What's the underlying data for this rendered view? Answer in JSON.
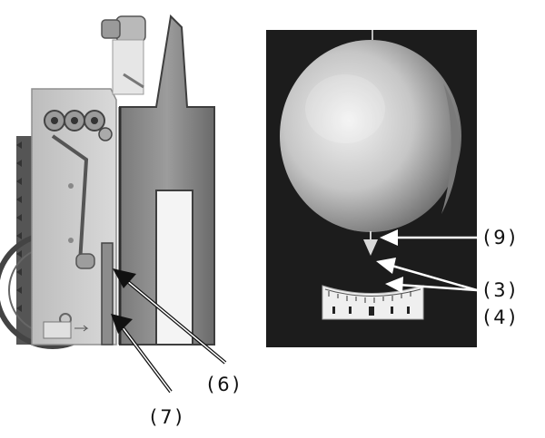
{
  "figure": {
    "callouts": {
      "c6": "(6)",
      "c7": "(7)",
      "c9": "(9)",
      "c3": "(3)",
      "c4": "(4)"
    },
    "colors": {
      "photo_background": "#1c1c1c",
      "pendulum_bob": "#c9c9c9",
      "mechanism_plate": "#cfcfcf",
      "frame": "#8a8a8a",
      "callout_arrow": "#ffffff",
      "text": "#111111"
    }
  }
}
